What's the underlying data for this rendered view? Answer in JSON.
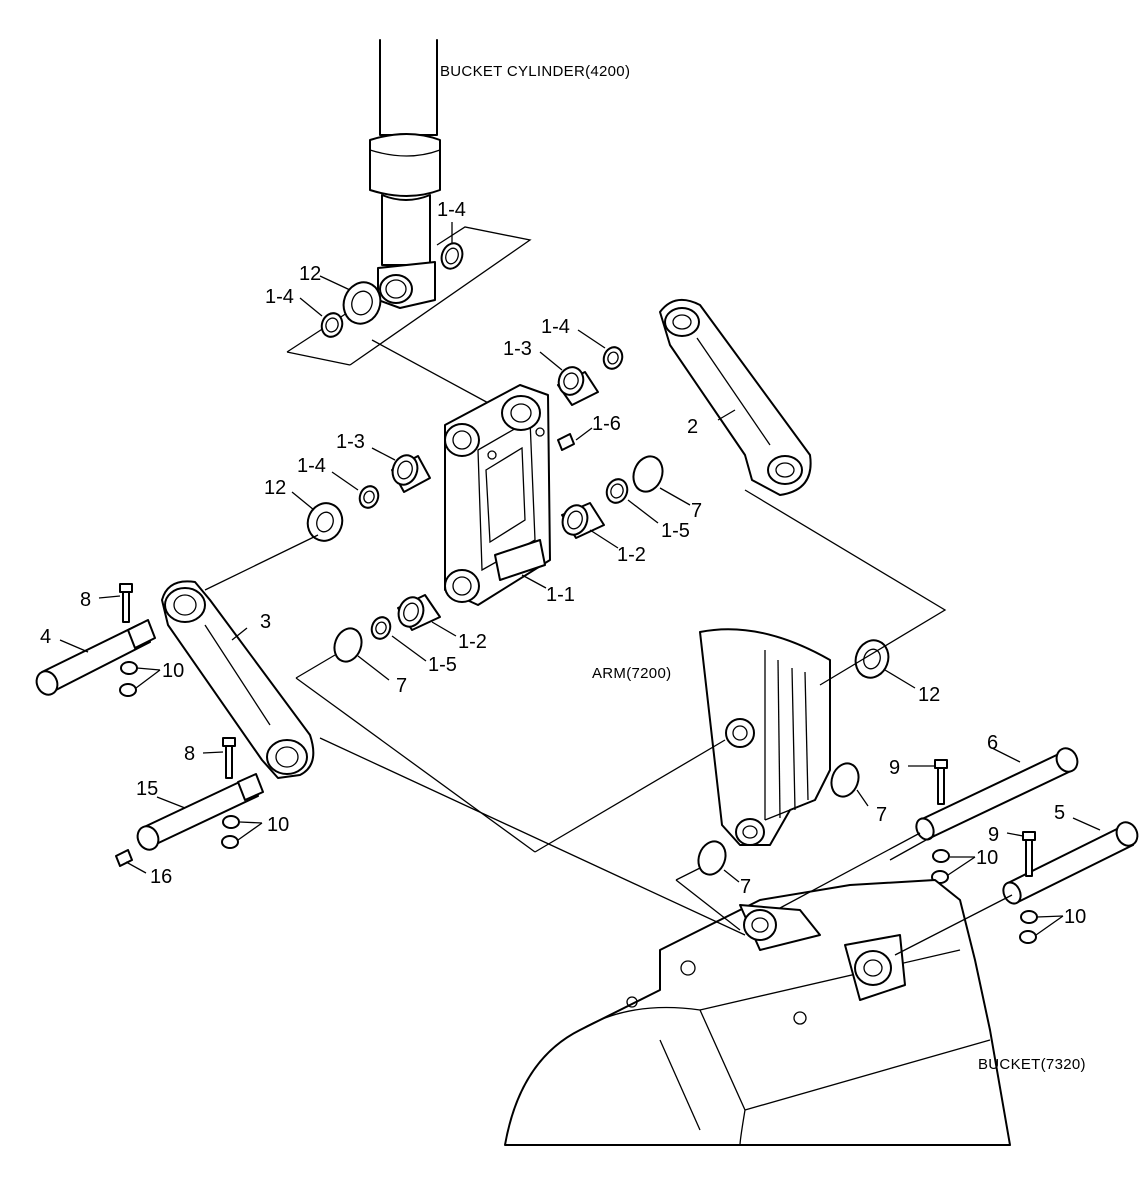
{
  "references": {
    "bucket_cylinder": "BUCKET CYLINDER(4200)",
    "arm": "ARM(7200)",
    "bucket": "BUCKET(7320)"
  },
  "callouts": [
    {
      "id": "c1-4-top",
      "text": "1-4"
    },
    {
      "id": "c12-top",
      "text": "12"
    },
    {
      "id": "c1-4-left",
      "text": "1-4"
    },
    {
      "id": "c1-4-right",
      "text": "1-4"
    },
    {
      "id": "c1-3-right",
      "text": "1-3"
    },
    {
      "id": "c1-6",
      "text": "1-6"
    },
    {
      "id": "c2",
      "text": "2"
    },
    {
      "id": "c1-3-left",
      "text": "1-3"
    },
    {
      "id": "c1-4-mid",
      "text": "1-4"
    },
    {
      "id": "c12-left",
      "text": "12"
    },
    {
      "id": "c7-right",
      "text": "7"
    },
    {
      "id": "c1-5-right",
      "text": "1-5"
    },
    {
      "id": "c1-2-right",
      "text": "1-2"
    },
    {
      "id": "c1-1",
      "text": "1-1"
    },
    {
      "id": "c8-top",
      "text": "8"
    },
    {
      "id": "c3",
      "text": "3"
    },
    {
      "id": "c4",
      "text": "4"
    },
    {
      "id": "c10-top",
      "text": "10"
    },
    {
      "id": "c1-2-left",
      "text": "1-2"
    },
    {
      "id": "c1-5-left",
      "text": "1-5"
    },
    {
      "id": "c7-left",
      "text": "7"
    },
    {
      "id": "c12-right",
      "text": "12"
    },
    {
      "id": "c8-bottom",
      "text": "8"
    },
    {
      "id": "c15",
      "text": "15"
    },
    {
      "id": "c10-mid",
      "text": "10"
    },
    {
      "id": "c16",
      "text": "16"
    },
    {
      "id": "c9-top",
      "text": "9"
    },
    {
      "id": "c6",
      "text": "6"
    },
    {
      "id": "c7-arm",
      "text": "7"
    },
    {
      "id": "c9-bottom",
      "text": "9"
    },
    {
      "id": "c5",
      "text": "5"
    },
    {
      "id": "c10-right-top",
      "text": "10"
    },
    {
      "id": "c7-arm-bottom",
      "text": "7"
    },
    {
      "id": "c10-right-bottom",
      "text": "10"
    }
  ]
}
